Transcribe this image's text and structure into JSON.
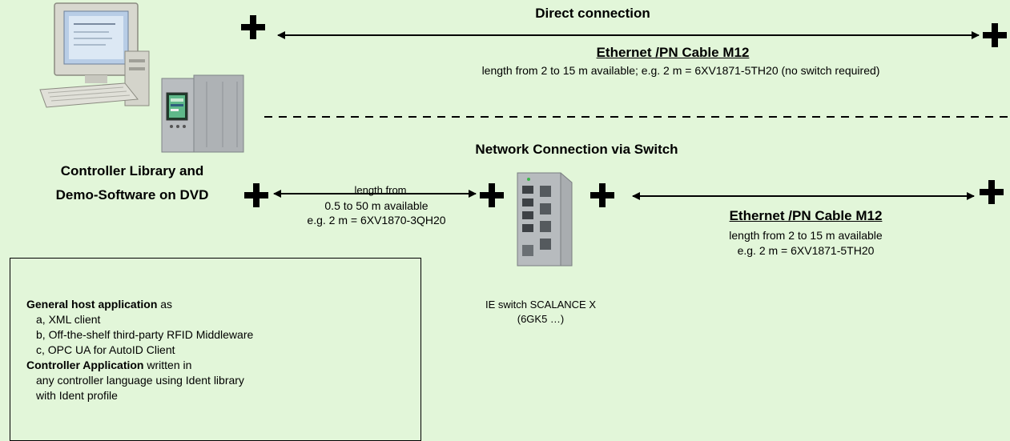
{
  "direct": {
    "title": "Direct connection",
    "cable_title": "Ethernet /PN Cable M12",
    "cable_desc": "length from 2 to 15 m available; e.g. 2 m = 6XV1871-5TH20  (no switch required)"
  },
  "network": {
    "title": "Network Connection via Switch",
    "left_cable": {
      "line1": "length from",
      "line2": "0.5 to 50 m available",
      "line3": "e.g. 2 m = 6XV1870-3QH20"
    },
    "right_cable": {
      "title": "Ethernet /PN Cable M12",
      "line1": "length from 2 to 15 m available",
      "line2": "e.g. 2 m = 6XV1871-5TH20"
    },
    "switch_label": {
      "line1": "IE switch SCALANCE  X",
      "line2": "(6GK5 …)"
    }
  },
  "controller": {
    "line1": "Controller Library and",
    "line2": "Demo-Software on DVD"
  },
  "info_box": {
    "l1_bold": "General host application",
    "l1_rest": " as",
    "l2": "a, XML client",
    "l3": "b, Off-the-shelf third-party RFID Middleware",
    "l4": "c, OPC UA for AutoID Client",
    "l5_bold": "Controller Application",
    "l5_rest": " written in",
    "l6": "any controller language using Ident library",
    "l7": "with Ident profile"
  },
  "colors": {
    "background": "#e2f6d9",
    "line": "#000000",
    "device_gray": "#a9adb0"
  },
  "icons": [
    "pc-icon",
    "plc-icon",
    "switch-icon",
    "plus-icon"
  ]
}
